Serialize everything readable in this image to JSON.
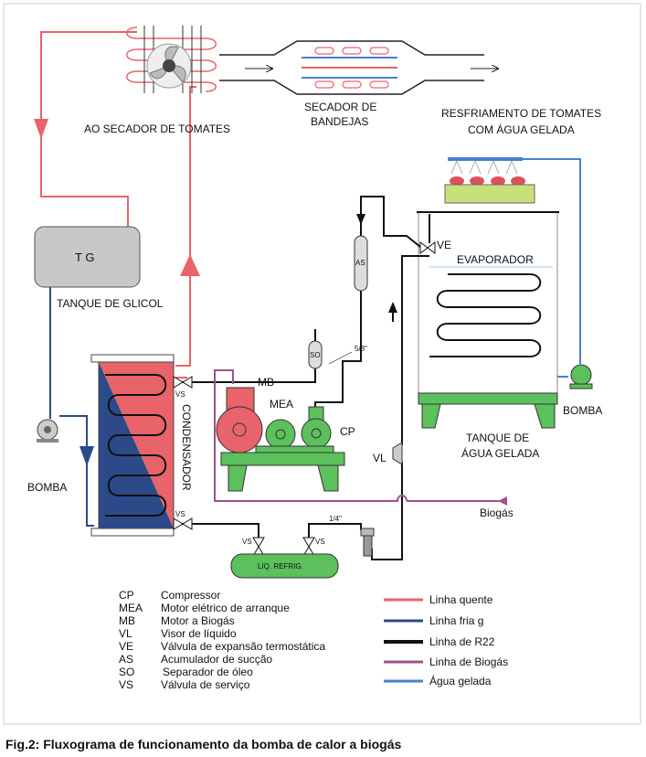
{
  "labels": {
    "fan_coil": "AO SECADOR DE TOMATES",
    "dryer_line1": "SECADOR DE",
    "dryer_line2": "BANDEJAS",
    "cooling_line1": "RESFRIAMENTO DE TOMATES",
    "cooling_line2": "COM ÁGUA GELADA",
    "glycol_tank": "T G",
    "glycol_tank_caption": "TANQUE DE GLICOL",
    "evaporator": "EVAPORADOR",
    "water_tank_line1": "TANQUE DE",
    "water_tank_line2": "ÁGUA GELADA",
    "pump_right": "BOMBA",
    "pump_left": "BOMBA",
    "condenser": "CONDENSADOR",
    "ve": "VE",
    "as": "AS",
    "so": "SO",
    "mb": "MB",
    "mea": "MEA",
    "cp": "CP",
    "vl": "VL",
    "vs": "VS",
    "pipe_58": "5/8\"",
    "pipe_14": "1/4\"",
    "receiver": "LIQ. REFRIG.",
    "biogas": "Biogás"
  },
  "abbreviations": [
    {
      "code": "CP",
      "text": "Compressor"
    },
    {
      "code": "MEA",
      "text": "Motor elétrico de arranque"
    },
    {
      "code": "MB",
      "text": "Motor a Biogás"
    },
    {
      "code": "VL",
      "text": "Visor de líquido"
    },
    {
      "code": "VE",
      "text": "Válvula de expansão termostática"
    },
    {
      "code": "AS",
      "text": "Acumulador de sucção"
    },
    {
      "code": "SO",
      "text": "Separador de óleo"
    },
    {
      "code": "VS",
      "text": "Válvula de serviço"
    }
  ],
  "line_legend": [
    {
      "label": "Linha quente",
      "color": "#e8636a"
    },
    {
      "label": "Linha fria g",
      "color": "#2c4a8a"
    },
    {
      "label": "Linha de R22",
      "color": "#111111"
    },
    {
      "label": "Linha de Biogás",
      "color": "#a0508a"
    },
    {
      "label": "Água gelada",
      "color": "#4a7fd0"
    }
  ],
  "colors": {
    "hot": "#e8636a",
    "cold": "#2c4a8a",
    "r22": "#111111",
    "biogas": "#a0508a",
    "water": "#4a7fd0",
    "equipment_green": "#5cc05c",
    "tank_gray": "#c8c8c8"
  },
  "caption": "Fig.2: Fluxograma de funcionamento da bomba de calor a biogás"
}
